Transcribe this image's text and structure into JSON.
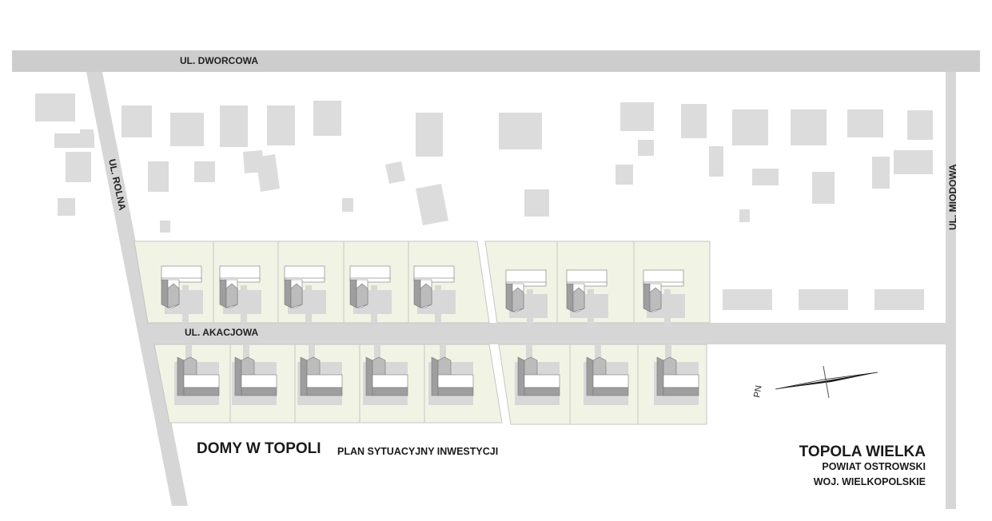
{
  "streets": {
    "dworcowa": "UL. DWORCOWA",
    "rolna": "UL. ROLNA",
    "akacjowa": "UL. AKACJOWA",
    "miodowa": "UL. MIODOWA"
  },
  "title": {
    "main": "DOMY W TOPOLI",
    "subtitle": "PLAN SYTUACYJNY INWESTYCJI"
  },
  "location": {
    "town": "TOPOLA WIELKA",
    "county": "POWIAT OSTROWSKI",
    "voivodeship": "WOJ. WIELKOPOLSKIE"
  },
  "north_arrow": {
    "label": "PN",
    "icon": "north-arrow-icon"
  },
  "plots": {
    "north_row_count": 8,
    "south_row_count": 8
  },
  "colors": {
    "road": "#d6d6d6",
    "plot": "#f1f4e4",
    "building": "#dcdcdc",
    "roof_shade": "#9e9e9e"
  }
}
